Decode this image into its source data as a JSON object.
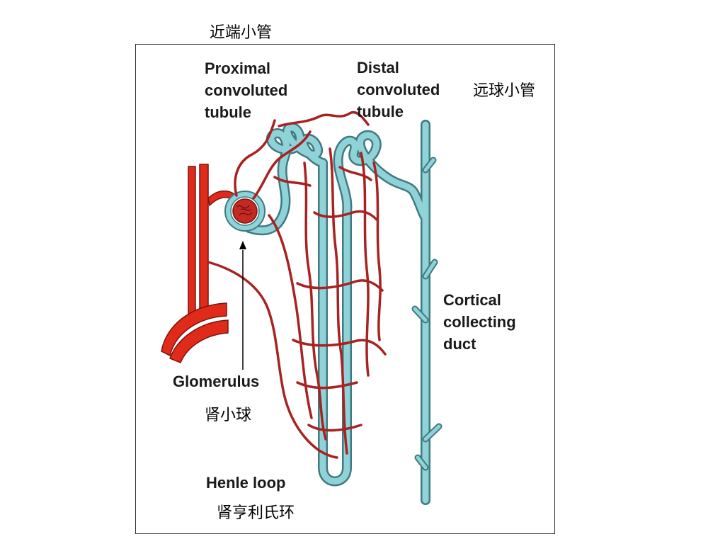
{
  "labels": {
    "proximal_cn": "近端小管",
    "distal_cn": "远球小管",
    "proximal_en": [
      "Proximal",
      "convoluted",
      "tubule"
    ],
    "distal_en": [
      "Distal",
      "convoluted",
      "tubule"
    ],
    "collecting_en": [
      "Cortical",
      "collecting",
      "duct"
    ],
    "glomerulus_en": "Glomerulus",
    "glomerulus_cn": "肾小球",
    "henle_en": "Henle loop",
    "henle_cn": "肾亨利氏环"
  },
  "colors": {
    "vessel": "#e02a1a",
    "capillary": "#a82222",
    "tubule_fill": "#8fd3d8",
    "tubule_outline": "#3f7a80",
    "frame": "#333333"
  }
}
